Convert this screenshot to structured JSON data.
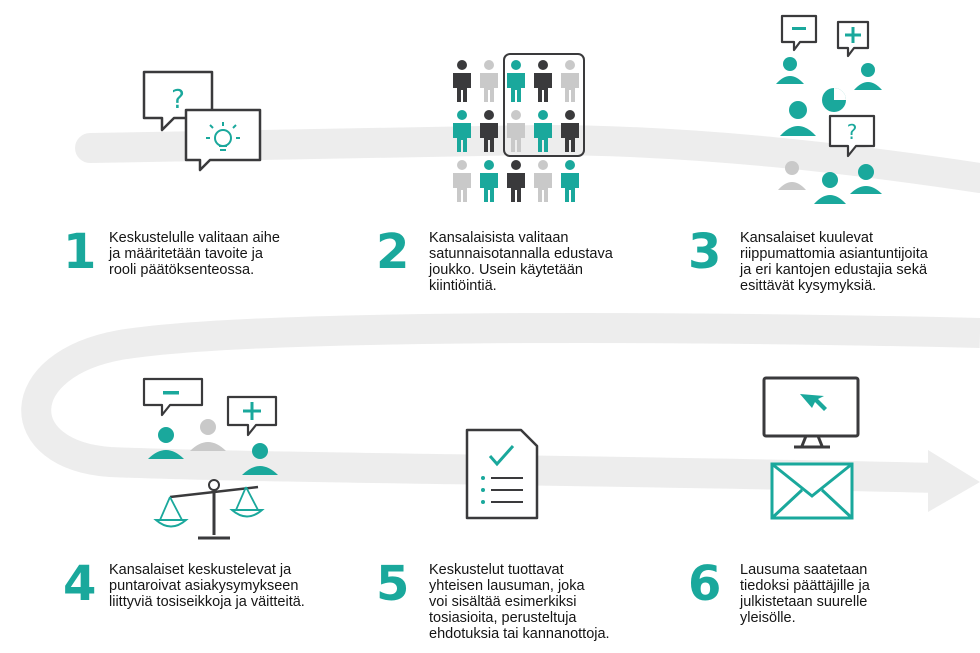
{
  "colors": {
    "accent": "#1aa89c",
    "dark": "#3a3a3c",
    "light_gray": "#c9c9c9",
    "flow_band": "#ededed"
  },
  "steps": [
    {
      "number": "1",
      "lines": [
        "Keskustelulle valitaan aihe",
        "ja määritetään tavoite ja",
        "rooli päätöksenteossa."
      ],
      "icon": "speech-bubbles-question-idea-icon"
    },
    {
      "number": "2",
      "lines": [
        "Kansalaisista valitaan",
        "satunnaisotannalla edustava",
        "joukko. Usein käytetään",
        "kiintiöintiä."
      ],
      "icon": "people-grid-selection-icon"
    },
    {
      "number": "3",
      "lines": [
        "Kansalaiset kuulevat",
        "riippumattomia asiantuntijoita",
        "ja eri kantojen edustajia sekä",
        "esittävät kysymyksiä."
      ],
      "icon": "experts-hearing-icon"
    },
    {
      "number": "4",
      "lines": [
        "Kansalaiset keskustelevat ja",
        "puntaroivat asiakysymykseen",
        "liittyviä tosiseikkoja ja väitteitä."
      ],
      "icon": "deliberation-scales-icon"
    },
    {
      "number": "5",
      "lines": [
        "Keskustelut tuottavat",
        "yhteisen lausuman, joka",
        "voi sisältää esimerkiksi",
        "tosiasioita, perusteltuja",
        "ehdotuksia tai kannanottoja."
      ],
      "icon": "statement-document-icon"
    },
    {
      "number": "6",
      "lines": [
        "Lausuma saatetaan",
        "tiedoksi päättäjille ja",
        "julkistetaan suurelle",
        "yleisölle."
      ],
      "icon": "monitor-envelope-icon"
    }
  ]
}
